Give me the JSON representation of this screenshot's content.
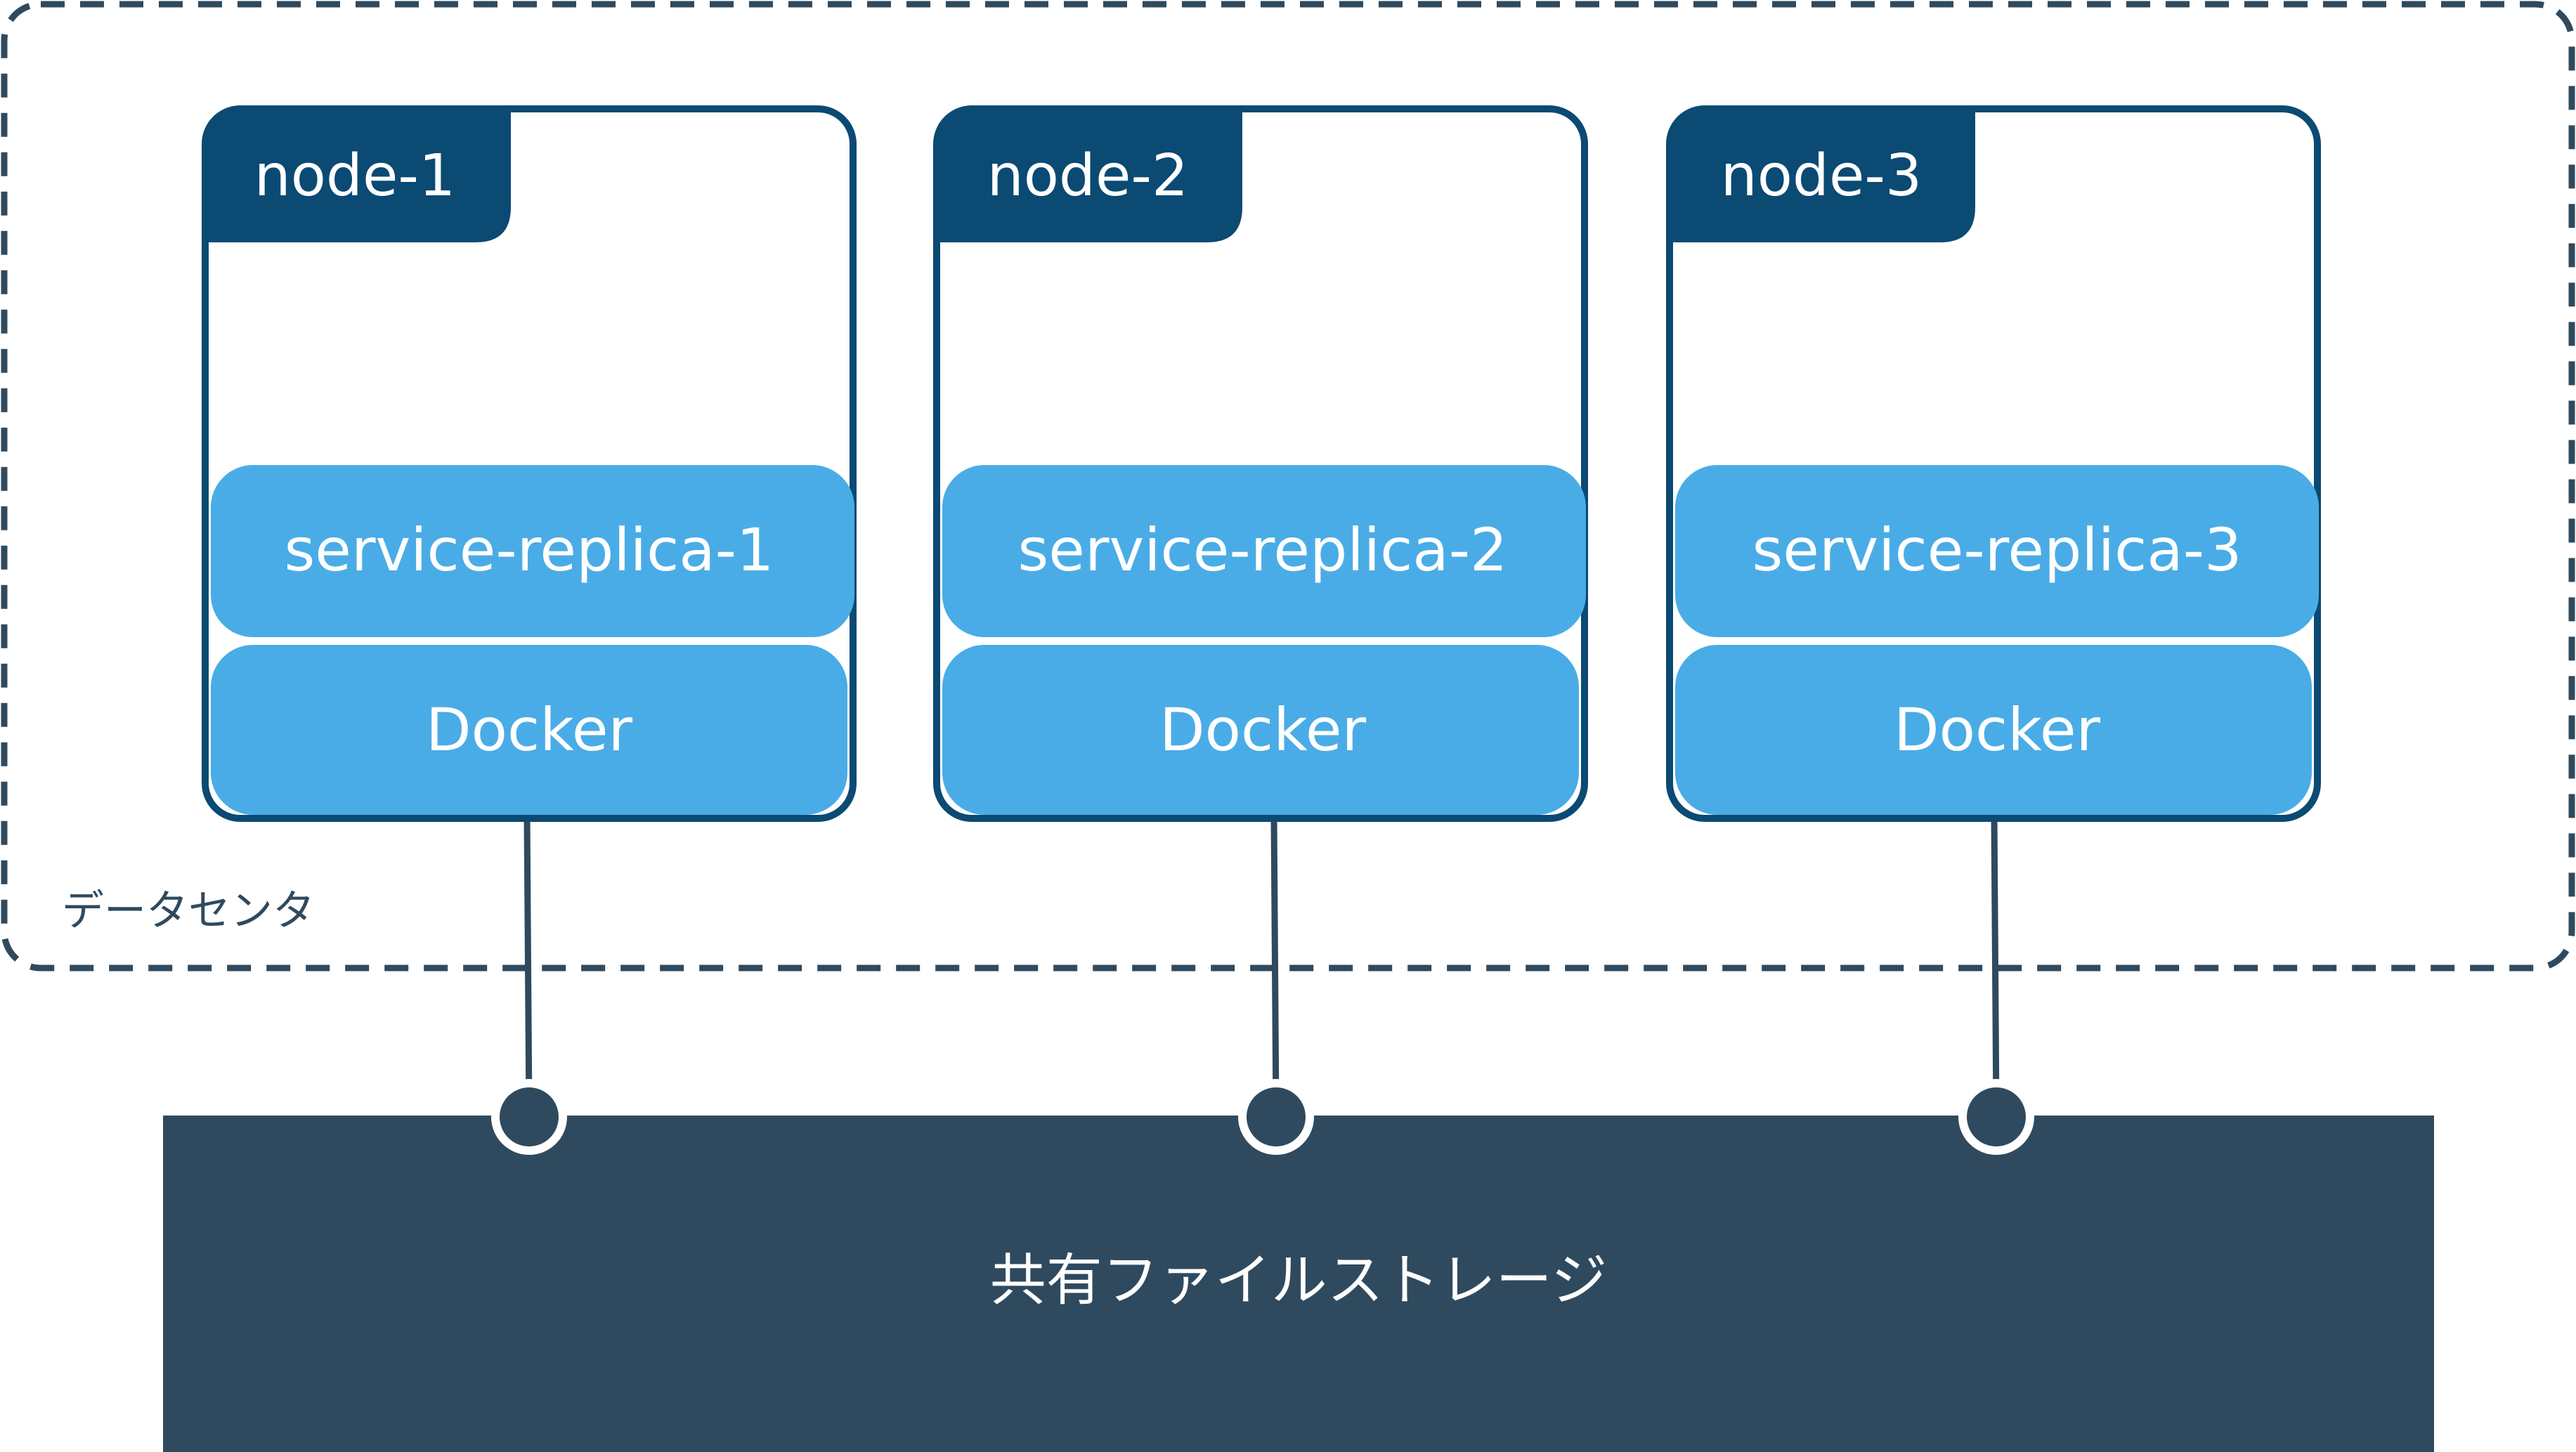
{
  "colors": {
    "node_border": "#0a4a73",
    "node_tab": "#0a4a73",
    "layer_fill": "#4aace6",
    "storage_fill": "#2f4a5e",
    "datacenter_border": "#2f4a5e",
    "connector": "#2f4a5e"
  },
  "datacenter": {
    "label": "データセンタ"
  },
  "nodes": [
    {
      "name": "node-1",
      "service": "service-replica-1",
      "runtime": "Docker"
    },
    {
      "name": "node-2",
      "service": "service-replica-2",
      "runtime": "Docker"
    },
    {
      "name": "node-3",
      "service": "service-replica-3",
      "runtime": "Docker"
    }
  ],
  "storage": {
    "label": "共有ファイルストレージ"
  }
}
